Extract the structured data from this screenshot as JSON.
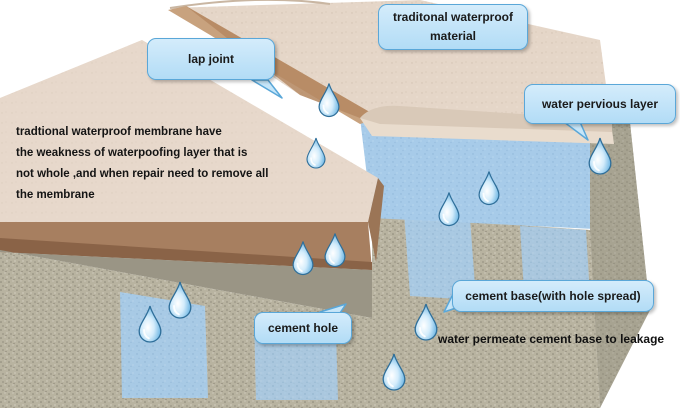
{
  "labels": {
    "lap_joint": "lap joint",
    "traditional_material": [
      "traditonal waterproof",
      "material"
    ],
    "water_pervious_layer": "water pervious layer",
    "cement_base": "cement base(with hole spread)",
    "cement_hole": "cement hole",
    "leakage": "water permeate cement base to leakage"
  },
  "description": {
    "lines": [
      "tradtional waterproof membrane have",
      "the weakness of waterpoofing layer that is",
      "not whole ,and when repair need to remove all",
      "the membrane"
    ]
  },
  "watermark": "",
  "colors": {
    "label_fill": "#c6e6f9",
    "label_border": "#5aa7d8",
    "membrane_top": "#e7d9cc",
    "membrane_edge": "#a57b5c",
    "cement": "#b7b29f",
    "water_layer": "#a9cdea",
    "drop": "#7ec4f0"
  },
  "icons": [
    "water-drop-icon"
  ]
}
